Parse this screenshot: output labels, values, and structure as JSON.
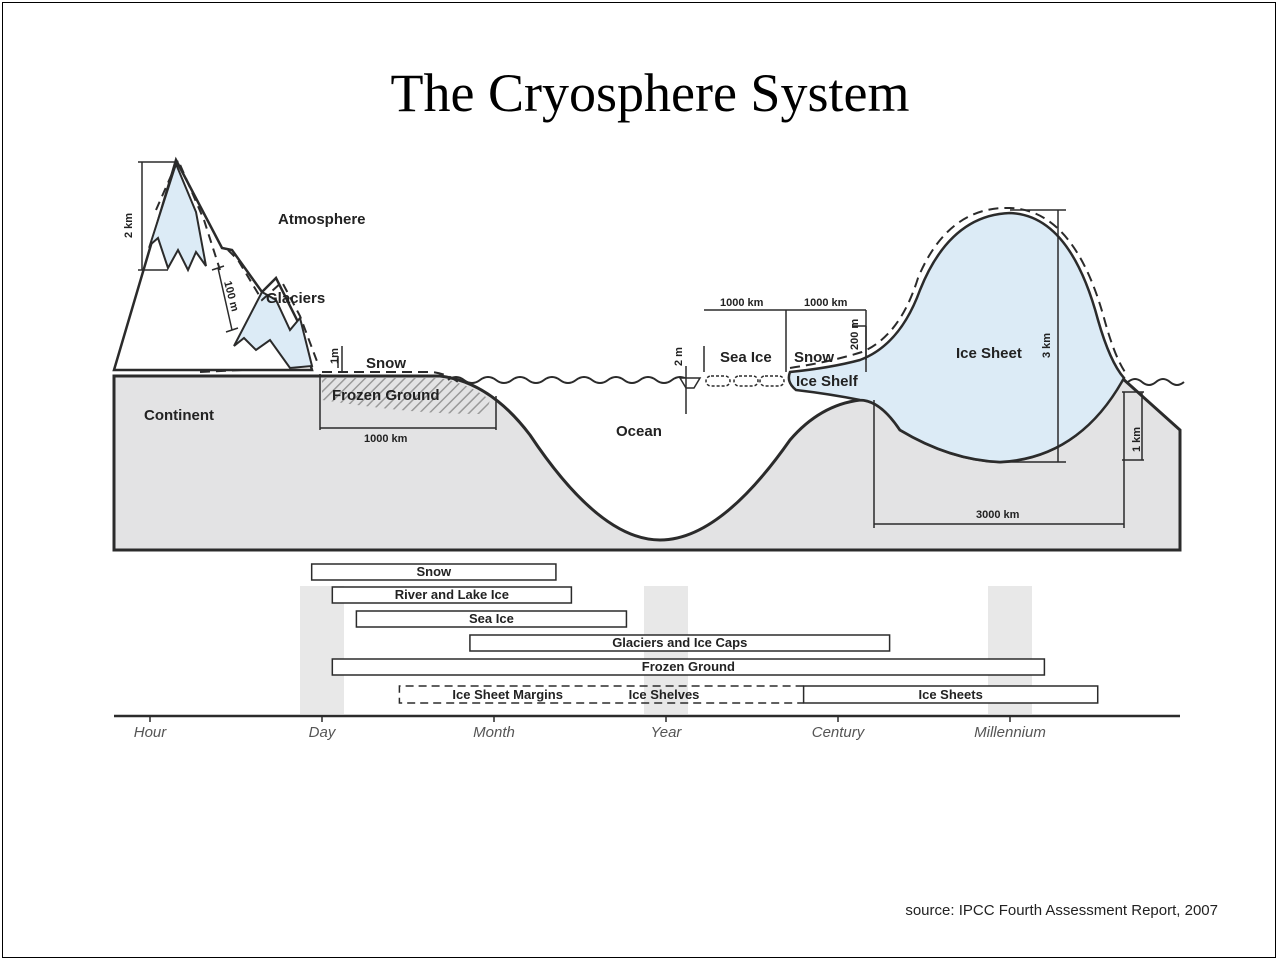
{
  "title": "The Cryosphere System",
  "source": "source: IPCC Fourth Assessment Report, 2007",
  "colors": {
    "ice": "#dcebf6",
    "ground": "#e3e3e4",
    "time_band": "#e8e8e8",
    "line": "#2b2b2b"
  },
  "cross_section": {
    "labels": {
      "atmosphere": "Atmosphere",
      "glaciers": "Glaciers",
      "snow_left": "Snow",
      "frozen_ground": "Frozen Ground",
      "continent": "Continent",
      "ocean": "Ocean",
      "sea_ice": "Sea Ice",
      "snow_right": "Snow",
      "ice_shelf": "Ice Shelf",
      "ice_sheet": "Ice Sheet"
    },
    "dimensions": {
      "mountain_height": "2 km",
      "glacier_thickness": "100 m",
      "snow_depth": "1m",
      "frozen_ground_width": "1000 km",
      "sea_ice_thickness": "2 m",
      "sea_ice_width": "1000 km",
      "snow_width": "1000 km",
      "ice_shelf_thickness": "200 m",
      "ice_sheet_height": "3 km",
      "bedrock_depth": "1 km",
      "ice_sheet_width": "3000 km"
    }
  },
  "timescales": {
    "axis": [
      "Hour",
      "Day",
      "Month",
      "Year",
      "Century",
      "Millennium"
    ],
    "bars": [
      {
        "label": "Snow",
        "start": 0.94,
        "end": 2.36
      },
      {
        "label": "River and Lake Ice",
        "start": 1.06,
        "end": 2.45
      },
      {
        "label": "Sea Ice",
        "start": 1.2,
        "end": 2.77
      },
      {
        "label": "Glaciers and Ice Caps",
        "start": 1.86,
        "end": 4.3
      },
      {
        "label": "Frozen Ground",
        "start": 1.06,
        "end": 5.2
      }
    ],
    "ice_bar": {
      "labels": [
        "Ice Sheet Margins",
        "Ice Shelves",
        "Ice Sheets"
      ],
      "dashed_start": 1.45,
      "solid_start": 3.8,
      "end": 5.51
    }
  }
}
